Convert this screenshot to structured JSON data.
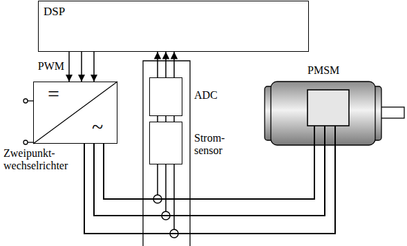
{
  "diagram": {
    "nodes": [
      {
        "text": [
          "DSP"
        ]
      },
      {
        "text": [
          "=",
          "~",
          "Zweipunkt- wechselrichter"
        ]
      },
      {
        "text": [
          "ADC"
        ]
      },
      {
        "text": [
          "Strom- sensor"
        ]
      },
      {
        "text": [
          "PMSM"
        ]
      }
    ],
    "edges": [
      {
        "from": 0,
        "to": 1,
        "arrow": "to",
        "label": "PWM"
      },
      {
        "from": 2,
        "to": 0,
        "arrow": "to"
      },
      {
        "from": 3,
        "to": 2,
        "arrow": "none"
      },
      {
        "from": 1,
        "to": 4,
        "arrow": "none"
      }
    ]
  }
}
